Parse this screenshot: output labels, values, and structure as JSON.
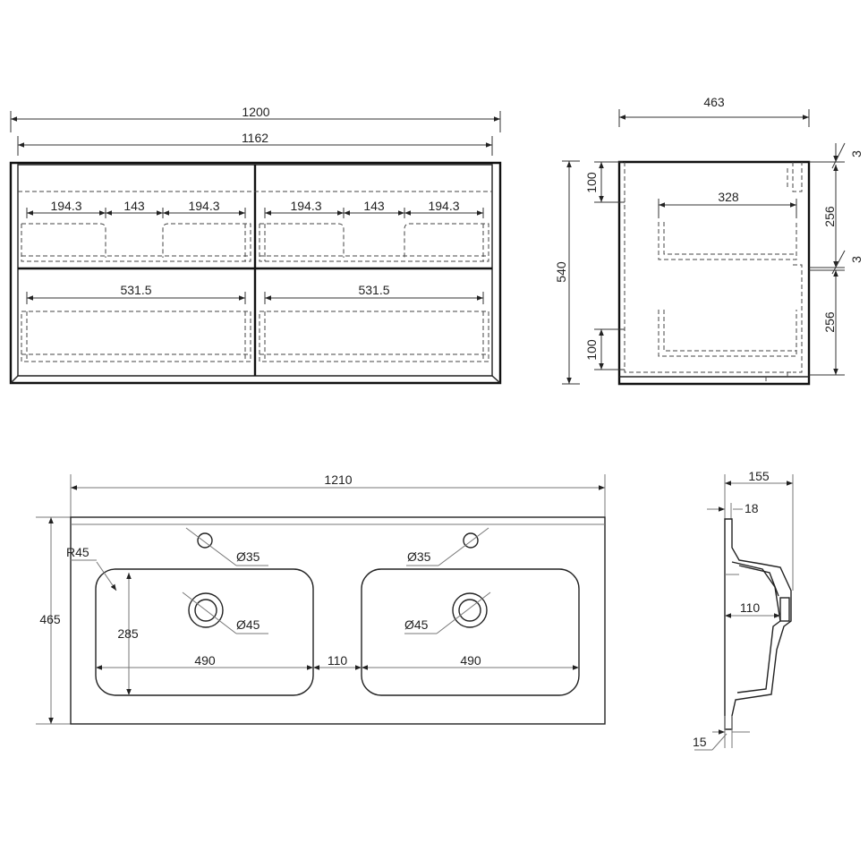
{
  "front_view": {
    "overall_width": "1200",
    "inner_width": "1162",
    "drawer_top_left": [
      "194.3",
      "143",
      "194.3"
    ],
    "drawer_top_right": [
      "194.3",
      "143",
      "194.3"
    ],
    "drawer_bottom_left": "531.5",
    "drawer_bottom_right": "531.5"
  },
  "side_view": {
    "depth": "463",
    "height": "540",
    "drawer_depth": "328",
    "front_offset_top": "100",
    "front_offset_bottom": "100",
    "drawer_height_top": "256",
    "drawer_height_bottom": "256",
    "gap_top": "3",
    "gap_middle": "3"
  },
  "basin_top_view": {
    "width": "1210",
    "depth": "465",
    "corner_radius": "R45",
    "bowl_depth": "285",
    "bowl_width_left": "490",
    "bowl_spacing": "110",
    "bowl_width_right": "490",
    "tap_hole_left": "Ø35",
    "tap_hole_right": "Ø35",
    "drain_left": "Ø45",
    "drain_right": "Ø45"
  },
  "basin_section": {
    "height": "155",
    "top_thickness": "18",
    "bowl_depth": "110",
    "bottom_thickness": "15"
  }
}
